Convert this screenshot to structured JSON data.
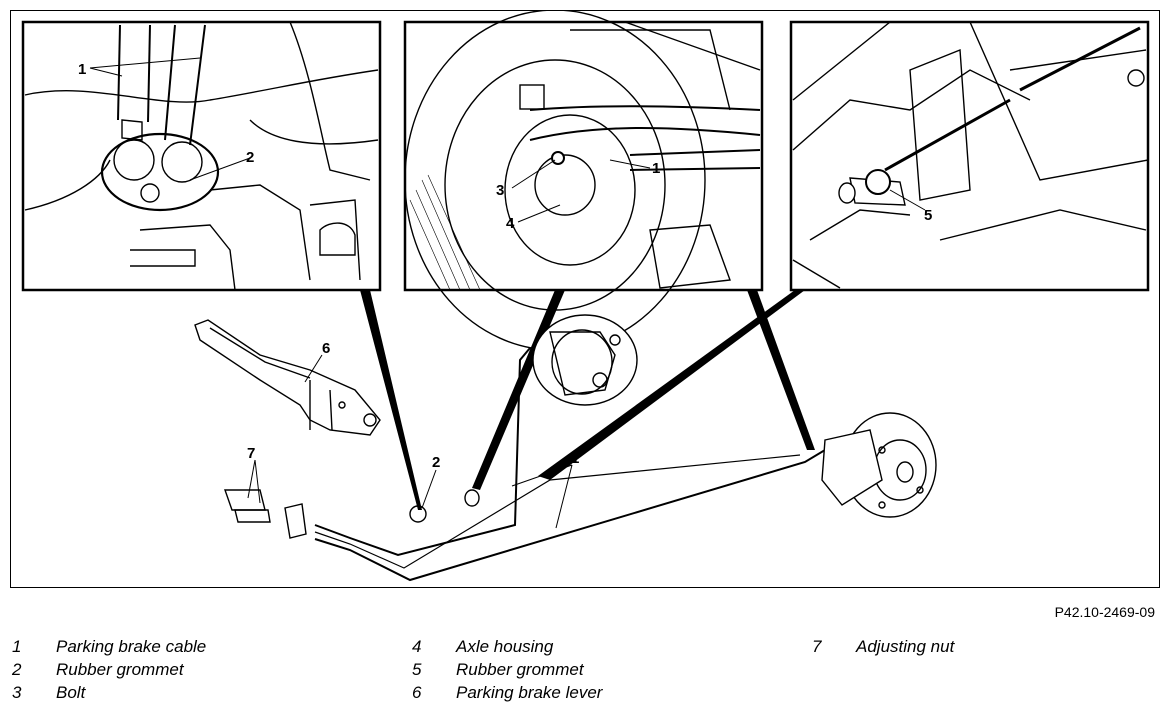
{
  "figure_ref": "P42.10-2469-09",
  "callouts": {
    "inset1_a": "1",
    "inset1_b": "2",
    "inset2_a": "1",
    "inset2_b": "3",
    "inset2_c": "4",
    "inset3_a": "5",
    "main_6": "6",
    "main_7": "7",
    "main_2": "2",
    "main_1": "1"
  },
  "legend": [
    {
      "num": "1",
      "label": "Parking brake cable"
    },
    {
      "num": "2",
      "label": "Rubber grommet"
    },
    {
      "num": "3",
      "label": "Bolt"
    },
    {
      "num": "4",
      "label": "Axle housing"
    },
    {
      "num": "5",
      "label": "Rubber grommet"
    },
    {
      "num": "6",
      "label": "Parking brake lever"
    },
    {
      "num": "7",
      "label": "Adjusting nut"
    }
  ]
}
